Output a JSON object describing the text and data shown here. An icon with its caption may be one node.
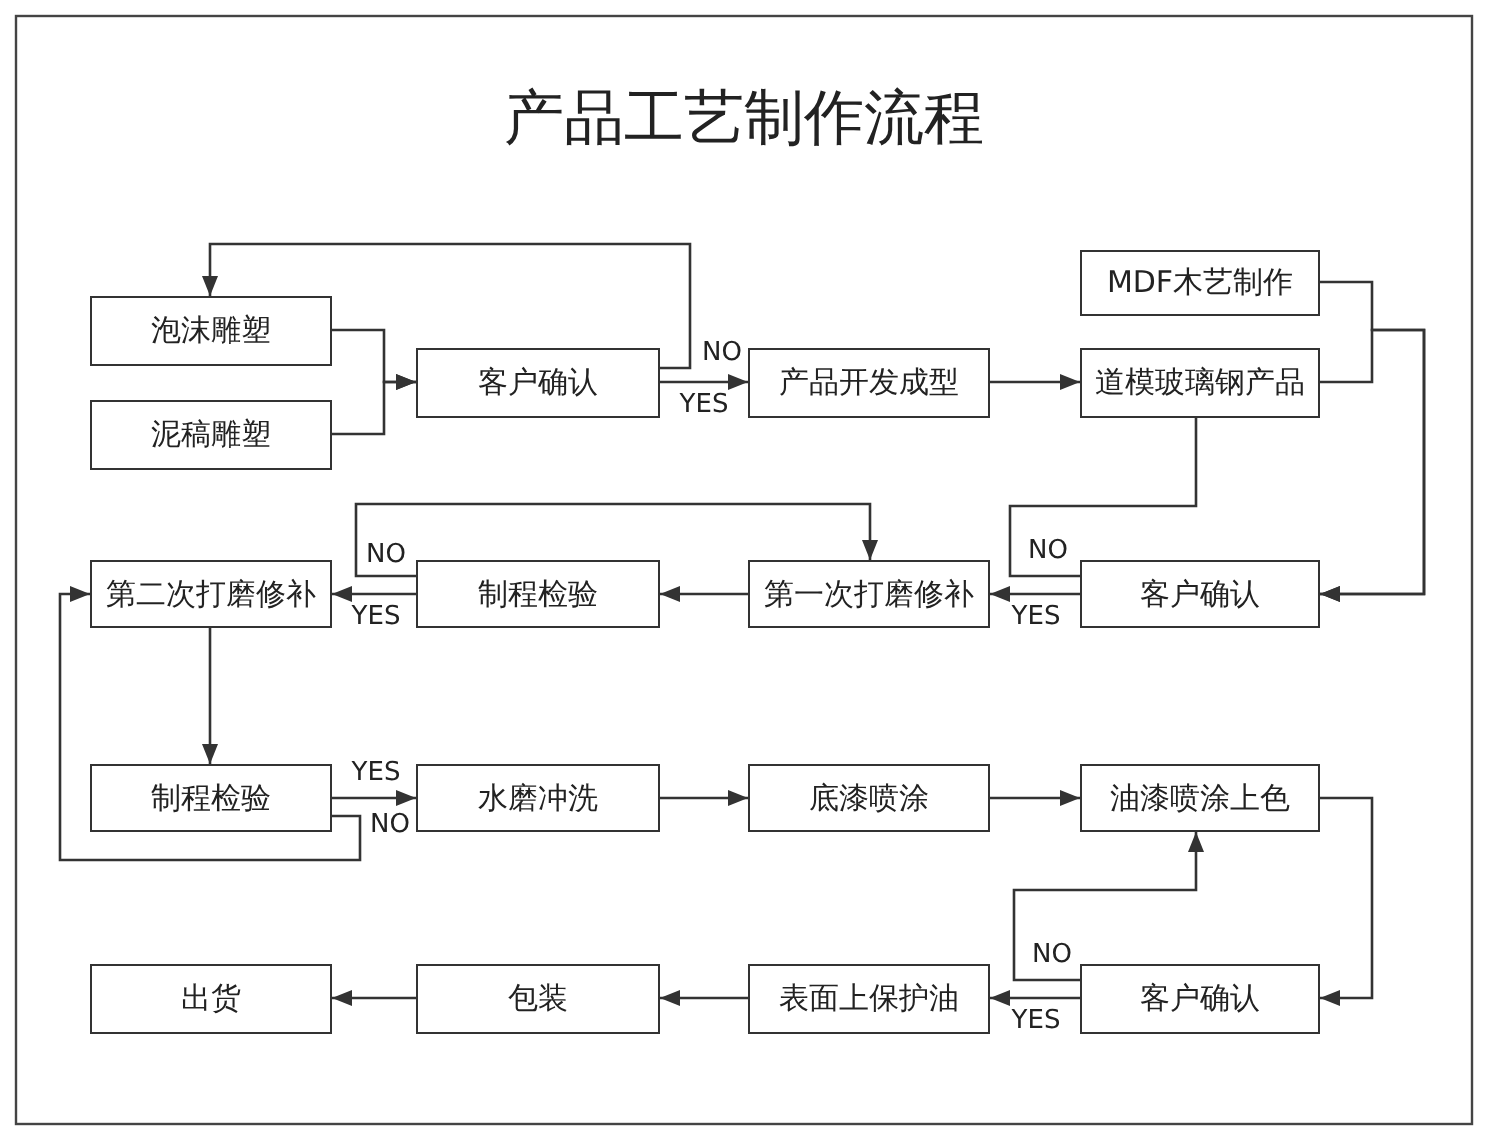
{
  "diagram": {
    "title": "产品工艺制作流程",
    "nodes": [
      {
        "text": [
          "泡沫雕塑"
        ]
      },
      {
        "text": [
          "泥稿雕塑"
        ]
      },
      {
        "text": [
          "客户确认"
        ]
      },
      {
        "text": [
          "产品开发成型"
        ]
      },
      {
        "text": [
          "MDF木艺制作"
        ]
      },
      {
        "text": [
          "道模玻璃钢产品"
        ]
      },
      {
        "text": [
          "第二次打磨修补"
        ]
      },
      {
        "text": [
          "制程检验"
        ]
      },
      {
        "text": [
          "第一次打磨修补"
        ]
      },
      {
        "text": [
          "客户确认"
        ]
      },
      {
        "text": [
          "制程检验"
        ]
      },
      {
        "text": [
          "水磨冲洗"
        ]
      },
      {
        "text": [
          "底漆喷涂"
        ]
      },
      {
        "text": [
          "油漆喷涂上色"
        ]
      },
      {
        "text": [
          "出货"
        ]
      },
      {
        "text": [
          "包装"
        ]
      },
      {
        "text": [
          "表面上保护油"
        ]
      },
      {
        "text": [
          "客户确认"
        ]
      }
    ],
    "edges": [
      {
        "from": 0,
        "to": 2,
        "arrow": "to"
      },
      {
        "from": 1,
        "to": 2,
        "arrow": "to"
      },
      {
        "from": 2,
        "to": 3,
        "arrow": "to",
        "label": "YES"
      },
      {
        "from": 2,
        "to": 0,
        "arrow": "to",
        "label": "NO"
      },
      {
        "from": 3,
        "to": 5,
        "arrow": "to"
      },
      {
        "from": 4,
        "to": 9,
        "arrow": "to"
      },
      {
        "from": 5,
        "to": 9,
        "arrow": "to"
      },
      {
        "from": 9,
        "to": 5,
        "arrow": "none",
        "label": "NO"
      },
      {
        "from": 9,
        "to": 8,
        "arrow": "to",
        "label": "YES"
      },
      {
        "from": 8,
        "to": 7,
        "arrow": "to"
      },
      {
        "from": 7,
        "to": 6,
        "arrow": "to",
        "label": "YES"
      },
      {
        "from": 7,
        "to": 8,
        "arrow": "to",
        "label": "NO"
      },
      {
        "from": 6,
        "to": 10,
        "arrow": "to"
      },
      {
        "from": 10,
        "to": 11,
        "arrow": "to",
        "label": "YES"
      },
      {
        "from": 10,
        "to": 6,
        "arrow": "to",
        "label": "NO"
      },
      {
        "from": 11,
        "to": 12,
        "arrow": "to"
      },
      {
        "from": 12,
        "to": 13,
        "arrow": "to"
      },
      {
        "from": 13,
        "to": 17,
        "arrow": "to"
      },
      {
        "from": 17,
        "to": 16,
        "arrow": "to",
        "label": "YES"
      },
      {
        "from": 17,
        "to": 13,
        "arrow": "to",
        "label": "NO"
      },
      {
        "from": 16,
        "to": 15,
        "arrow": "to"
      },
      {
        "from": 15,
        "to": 14,
        "arrow": "to"
      }
    ]
  }
}
